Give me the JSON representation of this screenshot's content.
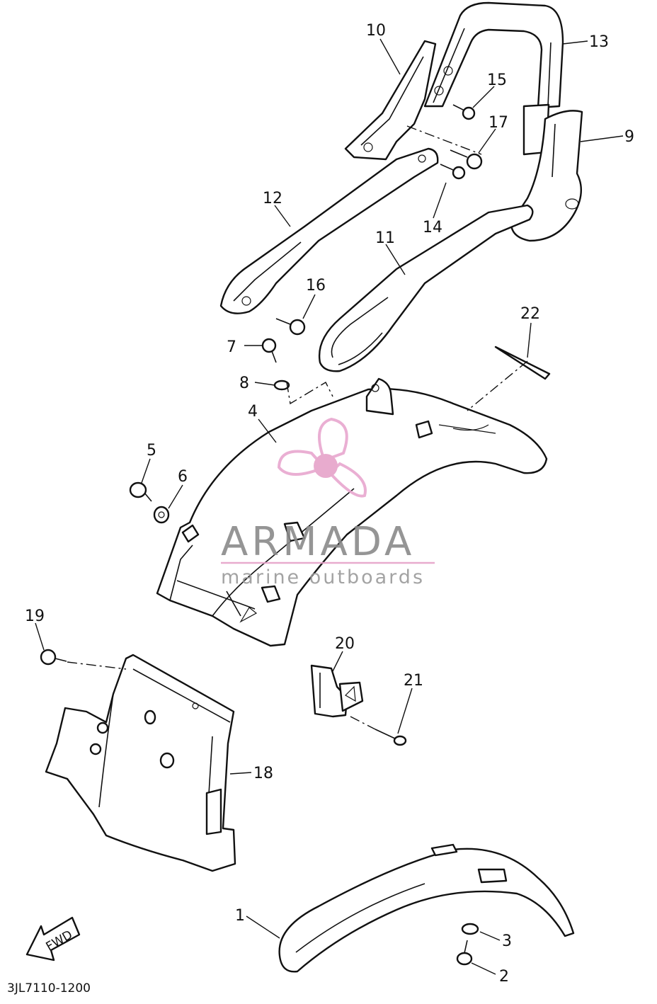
{
  "diagram": {
    "callouts": [
      {
        "id": "1",
        "text": "1"
      },
      {
        "id": "2",
        "text": "2"
      },
      {
        "id": "3",
        "text": "3"
      },
      {
        "id": "4",
        "text": "4"
      },
      {
        "id": "5",
        "text": "5"
      },
      {
        "id": "6",
        "text": "6"
      },
      {
        "id": "7",
        "text": "7"
      },
      {
        "id": "8",
        "text": "8"
      },
      {
        "id": "9",
        "text": "9"
      },
      {
        "id": "10",
        "text": "10"
      },
      {
        "id": "11",
        "text": "11"
      },
      {
        "id": "12",
        "text": "12"
      },
      {
        "id": "13",
        "text": "13"
      },
      {
        "id": "14",
        "text": "14"
      },
      {
        "id": "15",
        "text": "15"
      },
      {
        "id": "16",
        "text": "16"
      },
      {
        "id": "17",
        "text": "17"
      },
      {
        "id": "18",
        "text": "18"
      },
      {
        "id": "19",
        "text": "19"
      },
      {
        "id": "20",
        "text": "20"
      },
      {
        "id": "21",
        "text": "21"
      },
      {
        "id": "22",
        "text": "22"
      }
    ],
    "fwd_label": "FWD",
    "drawing_code": "3JL7110-1200"
  },
  "watermark": {
    "title": "ARMADA",
    "subtitle": "marine outboards",
    "accent_color": "#e6a3c9"
  }
}
